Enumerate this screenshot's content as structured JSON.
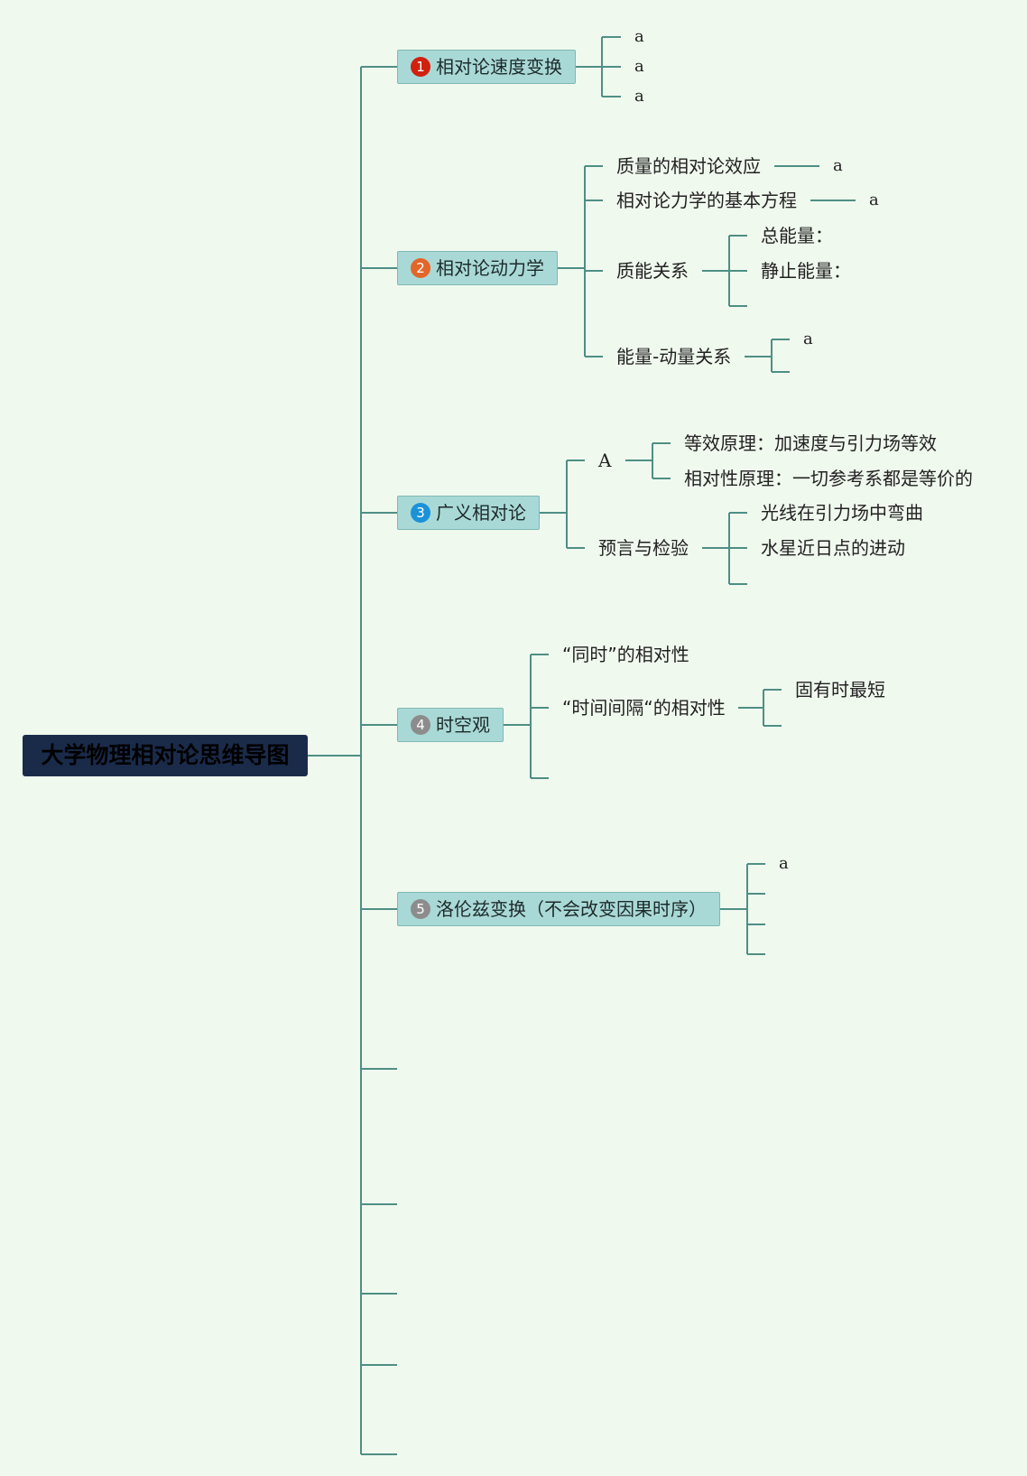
{
  "root": "大学物理相对论思维导图",
  "colors": {
    "background": "#f0f9ee",
    "line": "#4e8f85",
    "topic_fill": "#a9d9d6",
    "root_fill": "#1a2b4a",
    "badge1": "#d0210f",
    "badge2": "#e2662a",
    "badge3": "#1b92d8",
    "badge4": "#8c8c8c",
    "badge5": "#8c8c8c"
  },
  "topics": [
    {
      "number": "1",
      "label": "相对论速度变换",
      "children": [
        "a",
        "a",
        "a"
      ]
    },
    {
      "number": "2",
      "label": "相对论动力学",
      "children": [
        {
          "label": "质量的相对论效应",
          "children": [
            "a"
          ]
        },
        {
          "label": "相对论力学的基本方程",
          "children": [
            "a"
          ]
        },
        {
          "label": "质能关系",
          "children": [
            "总能量：",
            "静止能量："
          ]
        },
        {
          "label": "能量-动量关系",
          "children": [
            "a"
          ]
        }
      ]
    },
    {
      "number": "3",
      "label": "广义相对论",
      "children": [
        {
          "label": "A",
          "children": [
            "等效原理：加速度与引力场等效",
            "相对性原理：一切参考系都是等价的"
          ]
        },
        {
          "label": "预言与检验",
          "children": [
            "光线在引力场中弯曲",
            "水星近日点的进动"
          ]
        }
      ]
    },
    {
      "number": "4",
      "label": "时空观",
      "children": [
        {
          "label": "“同时”的相对性"
        },
        {
          "label": "“时间间隔“的相对性",
          "children": [
            "固有时最短"
          ]
        }
      ]
    },
    {
      "number": "5",
      "label": "洛伦兹变换（不会改变因果时序）",
      "children": [
        "a"
      ]
    }
  ]
}
